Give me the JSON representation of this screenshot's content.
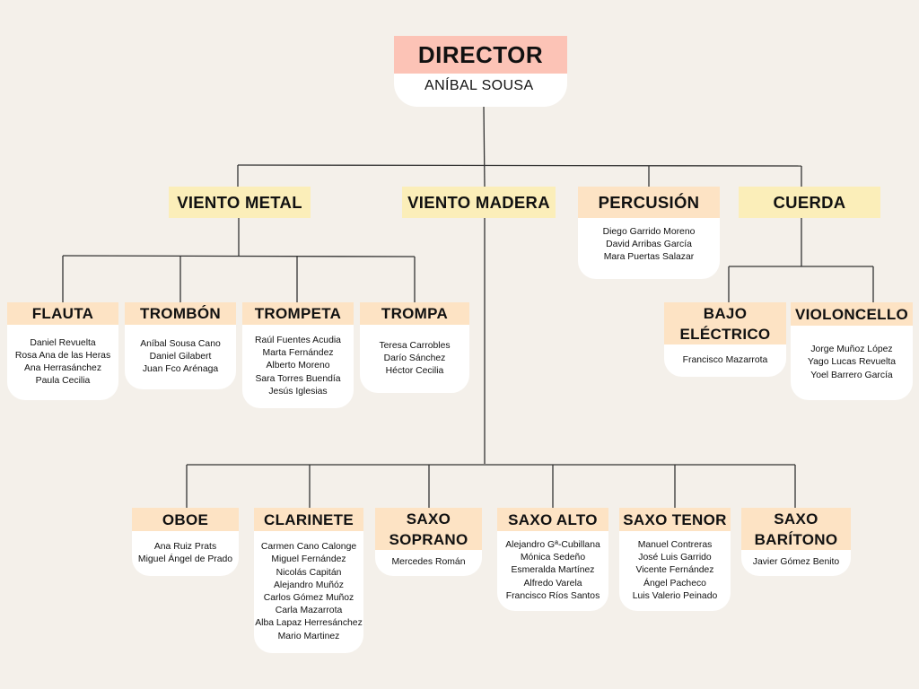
{
  "colors": {
    "background": "#f4f0ea",
    "director_header": "#fcc3b6",
    "section_peach": "#fde3c4",
    "section_yellow": "#fbeeb9",
    "card_body": "#ffffff",
    "line": "#333333"
  },
  "director": {
    "title": "DIRECTOR",
    "name": "ANÍBAL SOUSA"
  },
  "sections": {
    "viento_metal": "VIENTO METAL",
    "viento_madera": "VIENTO MADERA",
    "percusion": {
      "title": "PERCUSIÓN",
      "members": [
        "Diego Garrido Moreno",
        "David Arribas García",
        "Mara Puertas Salazar"
      ]
    },
    "cuerda": "CUERDA"
  },
  "metal": {
    "flauta": {
      "title": "FLAUTA",
      "members": [
        "Daniel Revuelta",
        "Rosa Ana de las Heras",
        "Ana Herrasánchez",
        "Paula Cecilia"
      ]
    },
    "trombon": {
      "title": "TROMBÓN",
      "members": [
        "Aníbal Sousa Cano",
        "Daniel Gilabert",
        "Juan Fco Arénaga"
      ]
    },
    "trompeta": {
      "title": "TROMPETA",
      "members": [
        "Raúl Fuentes Acudia",
        "Marta Fernández",
        "Alberto Moreno",
        "Sara Torres Buendía",
        "Jesús Iglesias"
      ]
    },
    "trompa": {
      "title": "TROMPA",
      "members": [
        "Teresa Carrobles",
        "Darío Sánchez",
        "Héctor Cecilia"
      ]
    }
  },
  "cuerda": {
    "bajo": {
      "title_line1": "BAJO",
      "title_line2": "ELÉCTRICO",
      "members": [
        "Francisco Mazarrota"
      ]
    },
    "violoncello": {
      "title": "VIOLONCELLO",
      "members": [
        "Jorge Muñoz López",
        "Yago Lucas Revuelta",
        "Yoel Barrero García"
      ]
    }
  },
  "madera": {
    "oboe": {
      "title": "OBOE",
      "members": [
        "Ana Ruiz Prats",
        "Miguel Ángel de Prado"
      ]
    },
    "clarinete": {
      "title": "CLARINETE",
      "members": [
        "Carmen Cano Calonge",
        "Miguel Fernández",
        "Nicolás Capitán",
        "Alejandro Muñóz",
        "Carlos Gómez Muñoz",
        "Carla Mazarrota",
        "Alba Lapaz Herresánchez",
        "Mario Martinez"
      ]
    },
    "saxo_soprano": {
      "title_line1": "SAXO",
      "title_line2": "SOPRANO",
      "members": [
        "Mercedes Román"
      ]
    },
    "saxo_alto": {
      "title": "SAXO ALTO",
      "members": [
        "Alejandro Gª-Cubillana",
        "Mónica Sedeño",
        "Esmeralda Martínez",
        "Alfredo Varela",
        "Francisco Ríos Santos"
      ]
    },
    "saxo_tenor": {
      "title": "SAXO TENOR",
      "members": [
        "Manuel Contreras",
        "José Luis Garrido",
        "Vicente Fernández",
        "Ángel Pacheco",
        "Luis Valerio Peinado"
      ]
    },
    "saxo_baritono": {
      "title_line1": "SAXO",
      "title_line2": "BARÍTONO",
      "members": [
        "Javier Gómez Benito"
      ]
    }
  }
}
